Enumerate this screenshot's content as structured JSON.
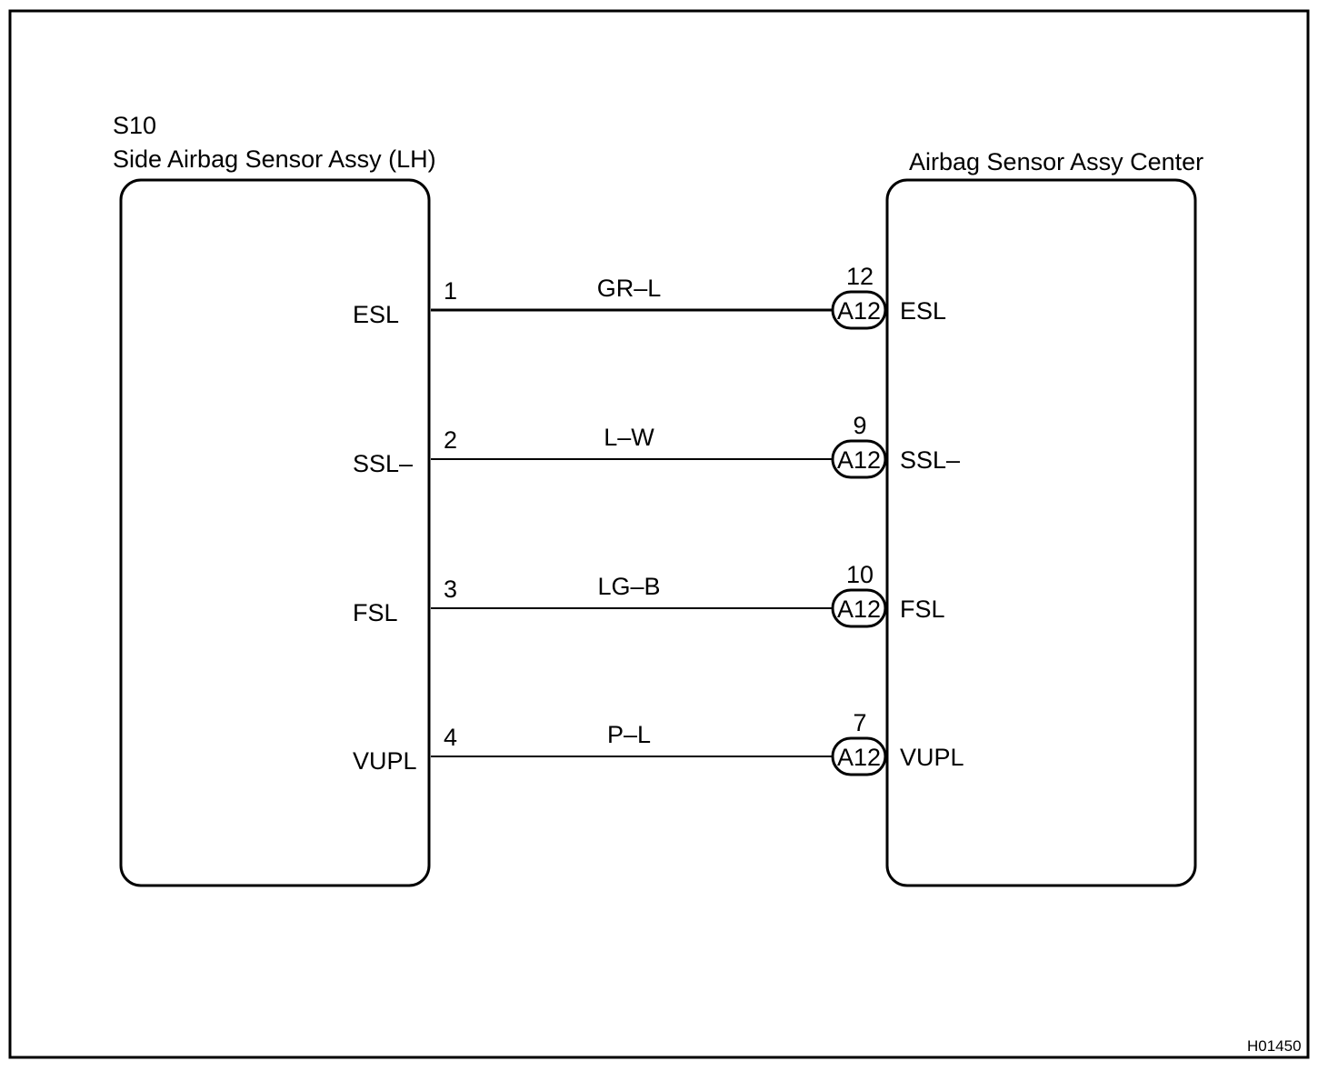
{
  "left_component": {
    "code": "S10",
    "name": "Side Airbag Sensor Assy (LH)"
  },
  "right_component": {
    "name": "Airbag Sensor Assy Center"
  },
  "connector_id": "A12",
  "circuits": [
    {
      "left_signal": "ESL",
      "left_pin": "1",
      "wire_color": "GR–L",
      "right_pin": "12",
      "right_signal": "ESL"
    },
    {
      "left_signal": "SSL–",
      "left_pin": "2",
      "wire_color": "L–W",
      "right_pin": "9",
      "right_signal": "SSL–"
    },
    {
      "left_signal": "FSL",
      "left_pin": "3",
      "wire_color": "LG–B",
      "right_pin": "10",
      "right_signal": "FSL"
    },
    {
      "left_signal": "VUPL",
      "left_pin": "4",
      "wire_color": "P–L",
      "right_pin": "7",
      "right_signal": "VUPL"
    }
  ],
  "figure_id": "H01450"
}
